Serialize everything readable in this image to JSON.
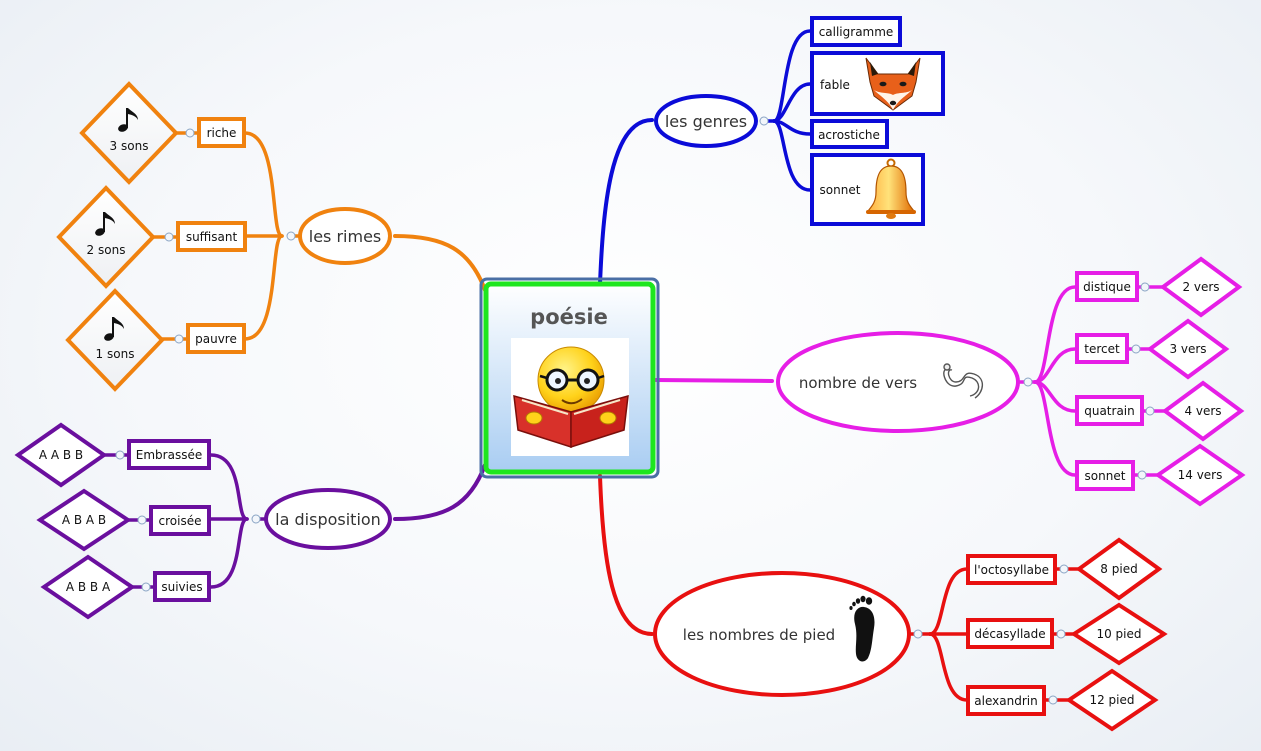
{
  "central": {
    "title": "poésie",
    "image": "reading-smiley"
  },
  "colors": {
    "genres": "#0b0bd8",
    "rimes": "#f0820f",
    "disposition": "#6a0f9e",
    "vers": "#e61ee6",
    "pied": "#e81010",
    "central_border": "#1ee61e",
    "central_frame": "#4a6fa5"
  },
  "branches": {
    "genres": {
      "label": "les genres",
      "items": [
        {
          "label": "calligramme"
        },
        {
          "label": "fable",
          "image": "fox-head"
        },
        {
          "label": "acrostiche"
        },
        {
          "label": "sonnet",
          "image": "bell"
        }
      ]
    },
    "rimes": {
      "label": "les rimes",
      "items": [
        {
          "label": "riche",
          "value": "3 sons",
          "icon": "music-note"
        },
        {
          "label": "suffisant",
          "value": "2 sons",
          "icon": "music-note"
        },
        {
          "label": "pauvre",
          "value": "1 sons",
          "icon": "music-note"
        }
      ]
    },
    "disposition": {
      "label": "la disposition",
      "items": [
        {
          "label": "Embrassée",
          "value": "A A B B"
        },
        {
          "label": "croisée",
          "value": "A B A B"
        },
        {
          "label": "suivies",
          "value": "A B B A"
        }
      ]
    },
    "vers": {
      "label": "nombre de vers",
      "icon": "worm",
      "items": [
        {
          "label": "distique",
          "value": "2 vers"
        },
        {
          "label": "tercet",
          "value": "3 vers"
        },
        {
          "label": "quatrain",
          "value": "4 vers"
        },
        {
          "label": "sonnet",
          "value": "14 vers"
        }
      ]
    },
    "pied": {
      "label": "les nombres de pied",
      "icon": "footprint",
      "items": [
        {
          "label": "l'octosyllabe",
          "value": "8 pied"
        },
        {
          "label": "décasyllade",
          "value": "10 pied"
        },
        {
          "label": "alexandrin",
          "value": "12 pied"
        }
      ]
    }
  }
}
